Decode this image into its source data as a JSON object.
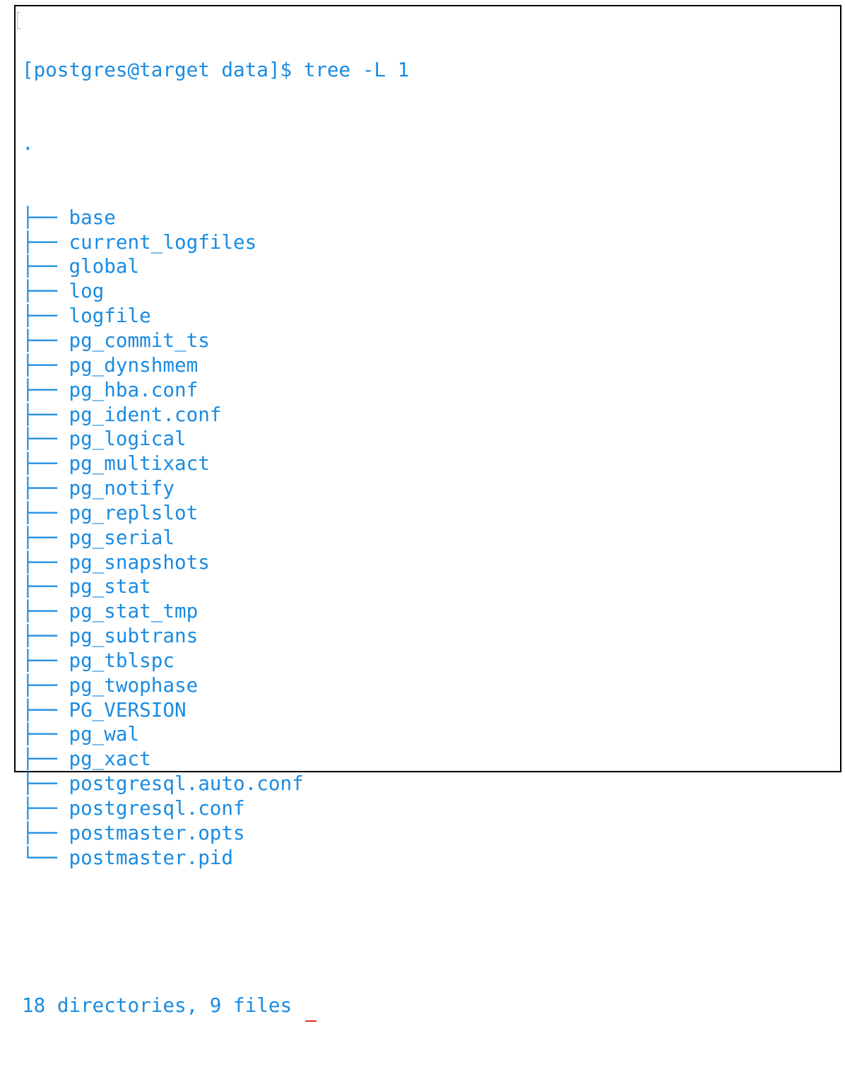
{
  "terminal": {
    "prompt": "[postgres@target data]$ tree -L 1",
    "root": ".",
    "entries": [
      {
        "branch": "├── ",
        "name": "base"
      },
      {
        "branch": "├── ",
        "name": "current_logfiles"
      },
      {
        "branch": "├── ",
        "name": "global"
      },
      {
        "branch": "├── ",
        "name": "log"
      },
      {
        "branch": "├── ",
        "name": "logfile"
      },
      {
        "branch": "├── ",
        "name": "pg_commit_ts"
      },
      {
        "branch": "├── ",
        "name": "pg_dynshmem"
      },
      {
        "branch": "├── ",
        "name": "pg_hba.conf"
      },
      {
        "branch": "├── ",
        "name": "pg_ident.conf"
      },
      {
        "branch": "├── ",
        "name": "pg_logical"
      },
      {
        "branch": "├── ",
        "name": "pg_multixact"
      },
      {
        "branch": "├── ",
        "name": "pg_notify"
      },
      {
        "branch": "├── ",
        "name": "pg_replslot"
      },
      {
        "branch": "├── ",
        "name": "pg_serial"
      },
      {
        "branch": "├── ",
        "name": "pg_snapshots"
      },
      {
        "branch": "├── ",
        "name": "pg_stat"
      },
      {
        "branch": "├── ",
        "name": "pg_stat_tmp"
      },
      {
        "branch": "├── ",
        "name": "pg_subtrans"
      },
      {
        "branch": "├── ",
        "name": "pg_tblspc"
      },
      {
        "branch": "├── ",
        "name": "pg_twophase"
      },
      {
        "branch": "├── ",
        "name": "PG_VERSION"
      },
      {
        "branch": "├── ",
        "name": "pg_wal"
      },
      {
        "branch": "├── ",
        "name": "pg_xact"
      },
      {
        "branch": "├── ",
        "name": "postgresql.auto.conf"
      },
      {
        "branch": "├── ",
        "name": "postgresql.conf"
      },
      {
        "branch": "├── ",
        "name": "postmaster.opts"
      },
      {
        "branch": "└── ",
        "name": "postmaster.pid"
      }
    ],
    "summary": "18 directories, 9 files",
    "text_color": "#1a8be0",
    "cursor_color": "#e03030"
  }
}
